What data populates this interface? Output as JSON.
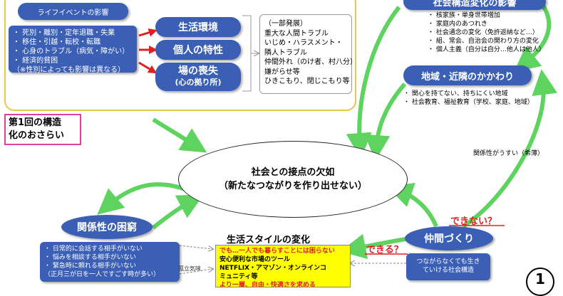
{
  "life_events": {
    "title": "ライフイベントの影響",
    "items": [
      "・ 死別・離別・定年退職・失業",
      "・ 移住・引越・転校・転職",
      "・ 心身のトラブル（病気・障がい）",
      "・ 経済的貧困",
      "（※性別によっても影響は異なる）"
    ]
  },
  "factors": [
    {
      "label": "生活環境"
    },
    {
      "label": "個人の特性"
    },
    {
      "label": "場の喪失",
      "sub": "(心の拠り所)"
    }
  ],
  "troubles": {
    "items": [
      "（一部発展）",
      "重大な人間トラブル",
      "いじめ・ハラスメント・",
      "隣人トラブル",
      "仲間外れ（のけ者、村八分）",
      "嫌がらせ等",
      "ひきこもり、閉じこもり等"
    ]
  },
  "review_label": [
    "第1回の構造",
    "化のおさらい"
  ],
  "social_change": {
    "title": "社会構造変化の影響",
    "items": [
      "・ 核家族・単身世帯増加",
      "・ 家庭内のあつれき",
      "・ 社会通念の変化（免許返納など…）",
      "・ 組、常会、自治会の関わり方の変化",
      "・ 個人主義（自分は自分…他人は他人）"
    ]
  },
  "community": {
    "title": "地域・近隣のかかわり",
    "items": [
      "・ 関心を持てない、持ちにくい地域",
      "・ 社会教育、福祉教育（学校、家庭、地域）"
    ]
  },
  "weak_relation": "関係性がうすい（希薄）",
  "center": {
    "line1": "社会との接点の欠如",
    "line2": "（新たなつながりを作り出せない）"
  },
  "poverty": {
    "title": "関係性の困窮",
    "items": [
      "・ 日常的に会話する相手がいない",
      "・ 悩みを相談する相手がいない",
      "・ 緊急時に頼れる相手がいない",
      "（正月三が日を一人ですごす時が多い）"
    ]
  },
  "isolation_label": "孤立気味",
  "lifestyle": {
    "title": "生活スタイルの変化",
    "items": [
      "でも…一人でも暮らすことには困らない",
      "安心便利な市場のツール",
      "NETFLIX・アマゾン・オンラインコ",
      "ミュニティ等",
      "より一層、自由・快適さを求める"
    ]
  },
  "friends": {
    "title": "仲間づくり",
    "cannot": "できない？",
    "can": "できる？",
    "box": [
      "つながらなくても生き",
      "ていける社会構造"
    ]
  },
  "page_number": "1",
  "colors": {
    "blue": "#3a5fb5",
    "green": "#5fd35f",
    "red": "#e02020",
    "yellow": "#ffff00",
    "panel_border": "#e8c84a",
    "label_border": "#e0409a"
  }
}
